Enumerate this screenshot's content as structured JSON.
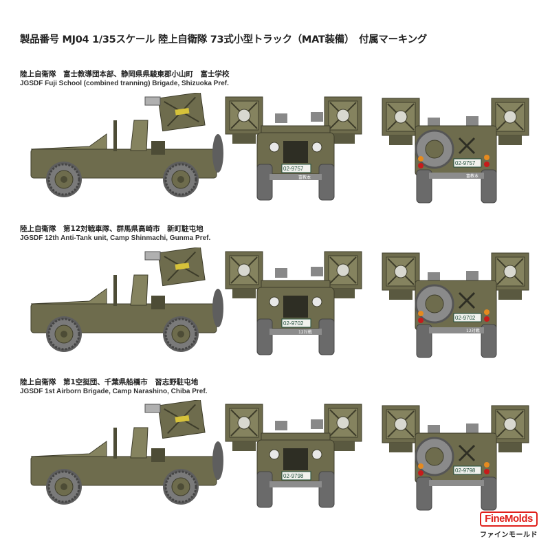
{
  "title": "製品番号 MJ04 1/35スケール 陸上自衛隊 73式小型トラック（MAT装備）　付属マーキング",
  "colors": {
    "olive": "#6e6c4d",
    "olive_light": "#85835f",
    "olive_dark": "#4d4c36",
    "tire": "#6a6a6a",
    "bumper": "#8c8c8c",
    "brand_red": "#e0201b"
  },
  "variants": [
    {
      "caption_jp": "陸上自衛隊　富士教導団本部、静岡県県駿東郡小山町　富士学校",
      "caption_en": "JGSDF Fuji School (combined tranning) Brigade, Shizuoka Pref.",
      "plate": "02-9757",
      "bumper_mark": "富教本"
    },
    {
      "caption_jp": "陸上自衛隊　第12対戦車隊、群馬県高崎市　新町駐屯地",
      "caption_en": "JGSDF 12th Anti-Tank unit, Camp Shinmachi, Gunma Pref.",
      "plate": "02-9702",
      "bumper_mark": "12対戦"
    },
    {
      "caption_jp": "陸上自衛隊　第1空挺団、千葉県船橋市　習志野駐屯地",
      "caption_en": "JGSDF 1st Airborn Brigade, Camp Narashino, Chiba Pref.",
      "plate": "02-9798"
    }
  ],
  "logo": {
    "brand": "FineMolds",
    "kana": "ファインモールド"
  }
}
